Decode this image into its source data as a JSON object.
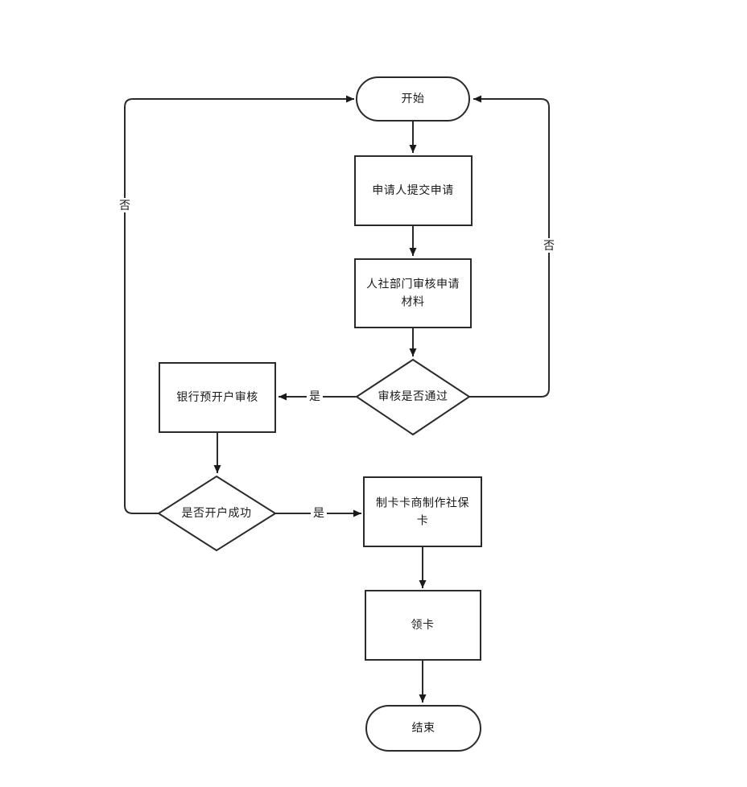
{
  "diagram": {
    "background_color": "#ffffff",
    "line_color": "#2b2b2b",
    "text_color": "#1a1a1a",
    "nodes": [
      {
        "id": "start",
        "type": "terminator",
        "label": "开始"
      },
      {
        "id": "submit-application",
        "type": "process",
        "label": "申请人提交申请"
      },
      {
        "id": "review-materials",
        "type": "process",
        "label": "人社部门审核申请材料"
      },
      {
        "id": "review-passed",
        "type": "decision",
        "label": "审核是否通过"
      },
      {
        "id": "bank-pre-account-review",
        "type": "process",
        "label": "银行预开户审核"
      },
      {
        "id": "account-open-success",
        "type": "decision",
        "label": "是否开户成功"
      },
      {
        "id": "card-maker-produce-card",
        "type": "process",
        "label": "制卡卡商制作社保卡"
      },
      {
        "id": "collect-card",
        "type": "process",
        "label": "领卡"
      },
      {
        "id": "end",
        "type": "terminator",
        "label": "结束"
      }
    ],
    "edge_labels": [
      {
        "id": "review-passed-yes",
        "label": "是"
      },
      {
        "id": "review-passed-no",
        "label": "否"
      },
      {
        "id": "account-open-success-yes",
        "label": "是"
      },
      {
        "id": "account-open-success-no",
        "label": "否"
      }
    ]
  }
}
